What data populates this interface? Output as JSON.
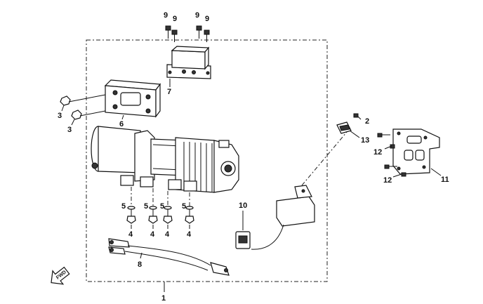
{
  "diagram": {
    "callouts": {
      "c1": "1",
      "c2": "2",
      "c3a": "3",
      "c3b": "3",
      "c4a": "4",
      "c4b": "4",
      "c4c": "4",
      "c4d": "4",
      "c5a": "5",
      "c5b": "5",
      "c5c": "5",
      "c5d": "5",
      "c6": "6",
      "c7": "7",
      "c8": "8",
      "c9a": "9",
      "c9b": "9",
      "c9c": "9",
      "c9d": "9",
      "c10": "10",
      "c11": "11",
      "c12a": "12",
      "c12b": "12",
      "c13": "13"
    },
    "arrow_label": "FWD"
  }
}
